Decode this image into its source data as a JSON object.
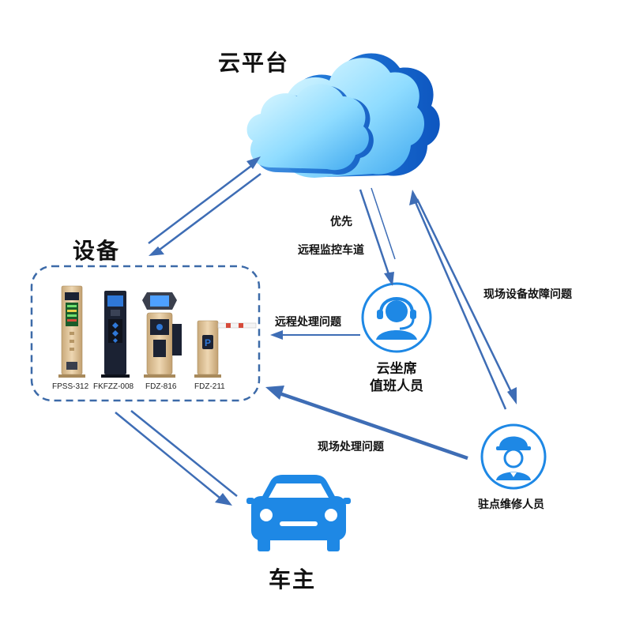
{
  "nodes": {
    "cloud": {
      "label": "云平台"
    },
    "devices": {
      "label": "设备",
      "items": [
        {
          "model": "FPSS-312"
        },
        {
          "model": "FKFZZ-008"
        },
        {
          "model": "FDZ-816"
        },
        {
          "model": "FDZ-211"
        }
      ]
    },
    "agent": {
      "label_line1": "云坐席",
      "label_line2": "值班人员"
    },
    "owner": {
      "label": "车主"
    },
    "maintenance": {
      "label": "驻点维修人员"
    }
  },
  "edges": {
    "priority": "优先",
    "remote_monitor": "远程监控车道",
    "remote_handle": "远程处理问题",
    "onsite_fault": "现场设备故障问题",
    "onsite_handle": "现场处理问题"
  },
  "colors": {
    "arrow": "#3e6db5",
    "icon_blue": "#1e88e5",
    "cloud_light": "#bfeeff",
    "cloud_dark": "#1565c0",
    "dash_border": "#3c6aa8",
    "device_gold": "#d8bd92",
    "device_dark": "#1b2233"
  }
}
